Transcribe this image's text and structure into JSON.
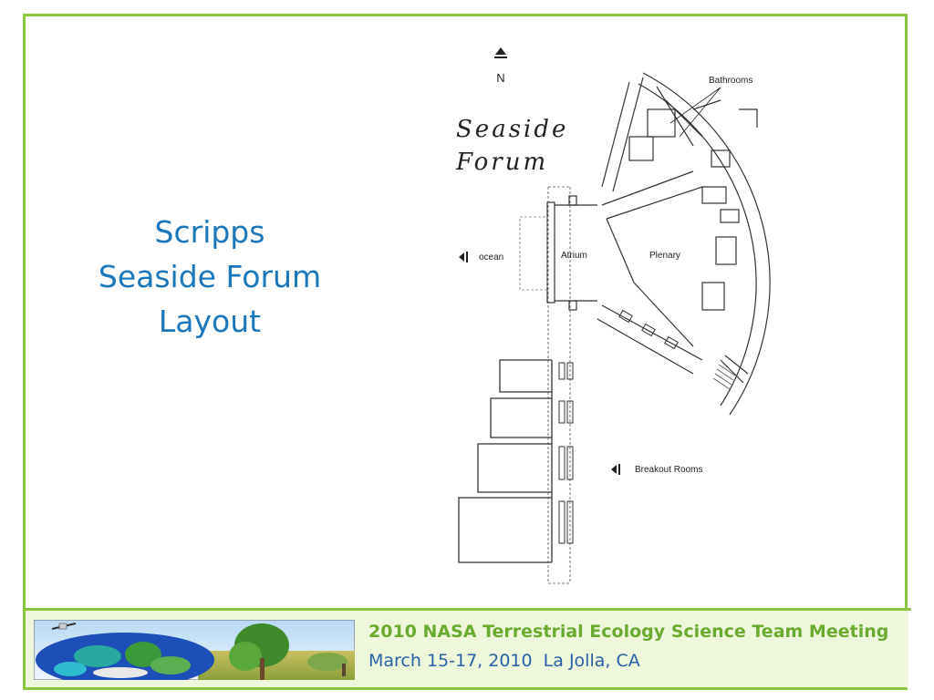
{
  "slide": {
    "title_lines": [
      "Scripps",
      "Seaside Forum",
      "Layout"
    ]
  },
  "map": {
    "north": "N",
    "logo_line1": "Seaside",
    "logo_line2": "Forum",
    "labels": {
      "bathrooms": "Bathrooms",
      "ocean": "ocean",
      "atrium": "Atrium",
      "plenary": "Plenary",
      "breakout": "Breakout Rooms"
    }
  },
  "footer": {
    "meeting_title": "2010 NASA Terrestrial Ecology Science Team Meeting",
    "meeting_date": "March 15-17, 2010  La Jolla, CA"
  },
  "colors": {
    "accent_green": "#8cc63f",
    "title_blue": "#1c76bb",
    "footer_bg": "#eef6dc"
  }
}
